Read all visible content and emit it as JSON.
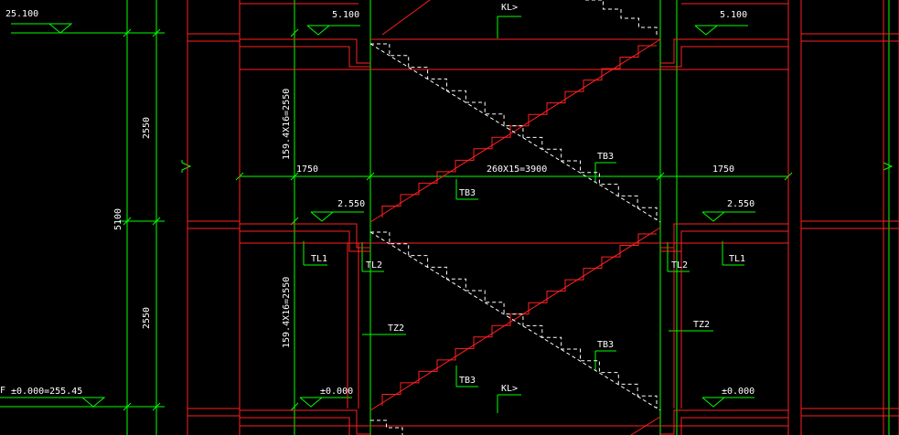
{
  "elevations": {
    "top_left": "25.100",
    "top_mid_left": "5.100",
    "top_mid_right": "5.100",
    "mid_left": "2.550",
    "mid_right": "2.550",
    "bot_left": "±0.000",
    "bot_right": "±0.000",
    "bot_far_left_prefix": "F",
    "bot_far_left": "±0.000=255.45"
  },
  "dimensions": {
    "vertical_total": "5100",
    "vertical_upper": "2550",
    "vertical_lower": "2550",
    "flight_upper": "159.4X16=2550",
    "flight_lower": "159.4X16=2550",
    "landing_left": "1750",
    "run": "260X15=3900",
    "landing_right": "1750"
  },
  "labels": {
    "kl_top": "KL>",
    "kl_bot": "KL>",
    "tb3_a": "TB3",
    "tb3_b": "TB3",
    "tb3_c": "TB3",
    "tb3_d": "TB3",
    "tl1_left": "TL1",
    "tl1_right": "TL1",
    "tl2_left": "TL2",
    "tl2_right": "TL2",
    "tz2_left": "TZ2",
    "tz2_right": "TZ2"
  },
  "colors": {
    "background": "#000000",
    "wall": "#ff2020",
    "dim": "#00ff00",
    "hidden": "#ffffff",
    "text": "#ffffff"
  }
}
